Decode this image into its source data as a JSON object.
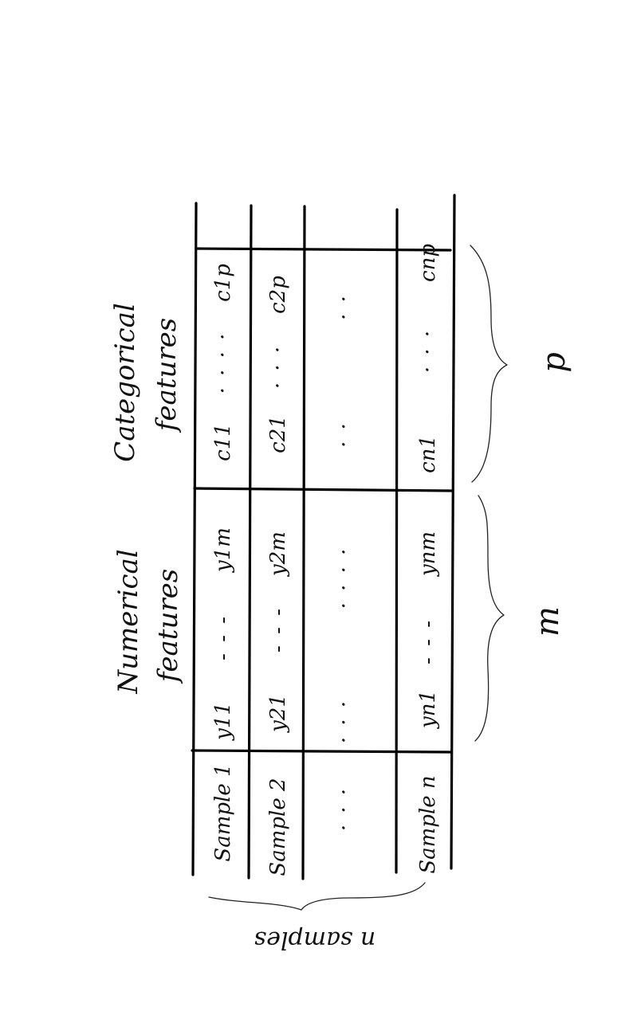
{
  "headers": {
    "numerical": [
      "Numerical",
      "features"
    ],
    "categorical": [
      "Categorical",
      "features"
    ]
  },
  "rows": [
    {
      "sample": "Sample 1",
      "y_first": "y11",
      "y_dots": "- - -",
      "y_last": "y1m",
      "c_first": "c11",
      "c_dots": "· · · ·",
      "c_last": "c1p"
    },
    {
      "sample": "Sample 2",
      "y_first": "y21",
      "y_dots": "- - -",
      "y_last": "y2m",
      "c_first": "c21",
      "c_dots": "· · ·",
      "c_last": "c2p"
    },
    {
      "sample": "· · ·",
      "y_first": "· · ·",
      "y_dots": "",
      "y_last": "· · · ·",
      "c_first": "· ·",
      "c_dots": "",
      "c_last": "· ·"
    },
    {
      "sample": "Sample n",
      "y_first": "yn1",
      "y_dots": "- - -",
      "y_last": "ynm",
      "c_first": "cn1",
      "c_dots": "· · ·",
      "c_last": "cnp"
    }
  ],
  "dimensions": {
    "samples": "n samples",
    "numerical": "m",
    "categorical": "p"
  }
}
